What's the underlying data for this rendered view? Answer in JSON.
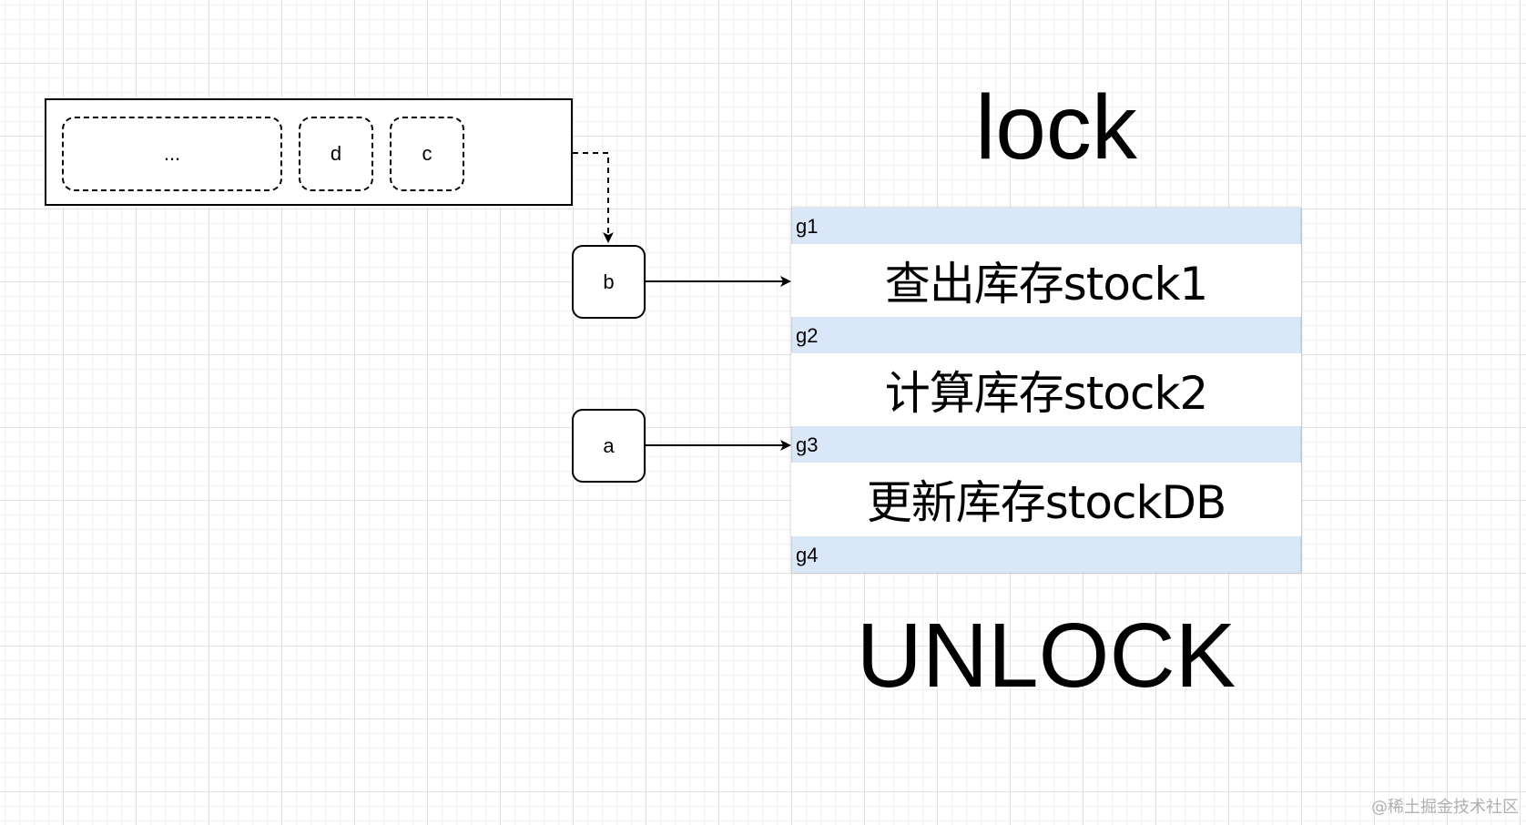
{
  "title": "lock",
  "footer_label": "UNLOCK",
  "queue": {
    "items": [
      "...",
      "d",
      "c"
    ]
  },
  "nodes": {
    "b": "b",
    "a": "a"
  },
  "stack": {
    "rows": [
      {
        "gap": "g1",
        "step": "查出库存stock1"
      },
      {
        "gap": "g2",
        "step": "计算库存stock2"
      },
      {
        "gap": "g3",
        "step": "更新库存stockDB"
      },
      {
        "gap": "g4",
        "step": ""
      }
    ]
  },
  "colors": {
    "gap_fill": "#dae7f8",
    "stroke": "#000000"
  },
  "watermark": "@稀土掘金技术社区"
}
